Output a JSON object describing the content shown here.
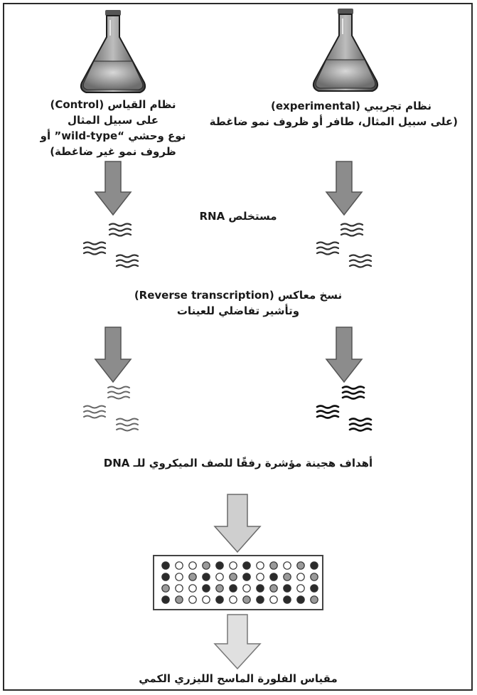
{
  "control": {
    "line1": "نظام القياس (Control)",
    "line2": "على سبيل المثال",
    "line3": "نوع وحشي “wild-type” أو",
    "line4": "ظروف نمو غير ضاغطة)"
  },
  "experimental": {
    "line1": "نظام تجريبي (experimental)",
    "line2": "(على سبيل المثال، طافر أو ظروف نمو ضاغطة"
  },
  "steps": {
    "rna": "مستخلص RNA",
    "rt_line1": "نسخ معاكس (Reverse transcription)",
    "rt_line2": "وتأشير تفاضلي للعينات",
    "hybrid": "أهداف هجينة مؤشرة رفقًا للصف الميكروي للـ DNA",
    "scan": "مقياس الفلورة الماسح الليزري الكمي"
  },
  "microarray": {
    "rows": [
      [
        "d",
        "w",
        "w",
        "l",
        "d",
        "w",
        "d",
        "w",
        "l",
        "w",
        "l",
        "d"
      ],
      [
        "d",
        "w",
        "l",
        "d",
        "w",
        "l",
        "d",
        "w",
        "d",
        "l",
        "w",
        "l"
      ],
      [
        "l",
        "w",
        "w",
        "d",
        "l",
        "d",
        "w",
        "d",
        "l",
        "d",
        "w",
        "d"
      ],
      [
        "d",
        "l",
        "w",
        "w",
        "d",
        "w",
        "l",
        "d",
        "w",
        "d",
        "d",
        "l"
      ]
    ]
  }
}
